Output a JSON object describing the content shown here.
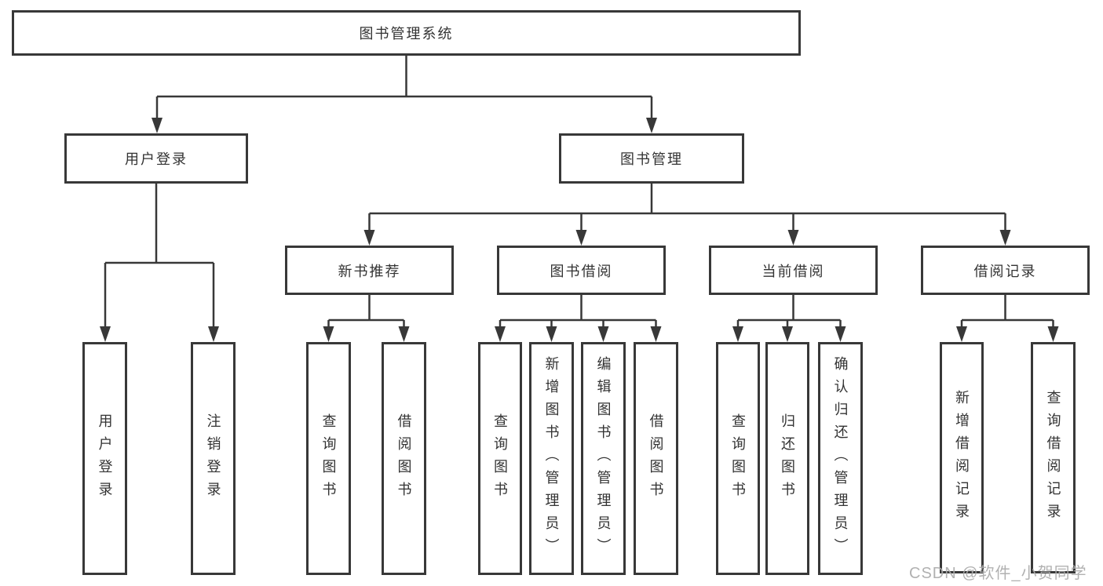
{
  "colors": {
    "line": "#383838",
    "box_border": "#383838",
    "text": "#333333",
    "background": "#ffffff",
    "watermark_text": "#aaaaaa"
  },
  "watermark": {
    "text": "CSDN @软件_小贺同学"
  },
  "tree": {
    "root": {
      "label": "图书管理系统"
    },
    "login": {
      "label": "用户登录",
      "children": [
        {
          "label": "用户登录"
        },
        {
          "label": "注销登录"
        }
      ]
    },
    "manage": {
      "label": "图书管理",
      "sections": [
        {
          "label": "新书推荐",
          "children": [
            {
              "label": "查询图书"
            },
            {
              "label": "借阅图书"
            }
          ]
        },
        {
          "label": "图书借阅",
          "children": [
            {
              "label": "查询图书"
            },
            {
              "label": "新增图书（管理员）"
            },
            {
              "label": "编辑图书（管理员）"
            },
            {
              "label": "借阅图书"
            }
          ]
        },
        {
          "label": "当前借阅",
          "children": [
            {
              "label": "查询图书"
            },
            {
              "label": "归还图书"
            },
            {
              "label": "确认归还（管理员）"
            }
          ]
        },
        {
          "label": "借阅记录",
          "children": [
            {
              "label": "新增借阅记录"
            },
            {
              "label": "查询借阅记录"
            }
          ]
        }
      ]
    }
  }
}
